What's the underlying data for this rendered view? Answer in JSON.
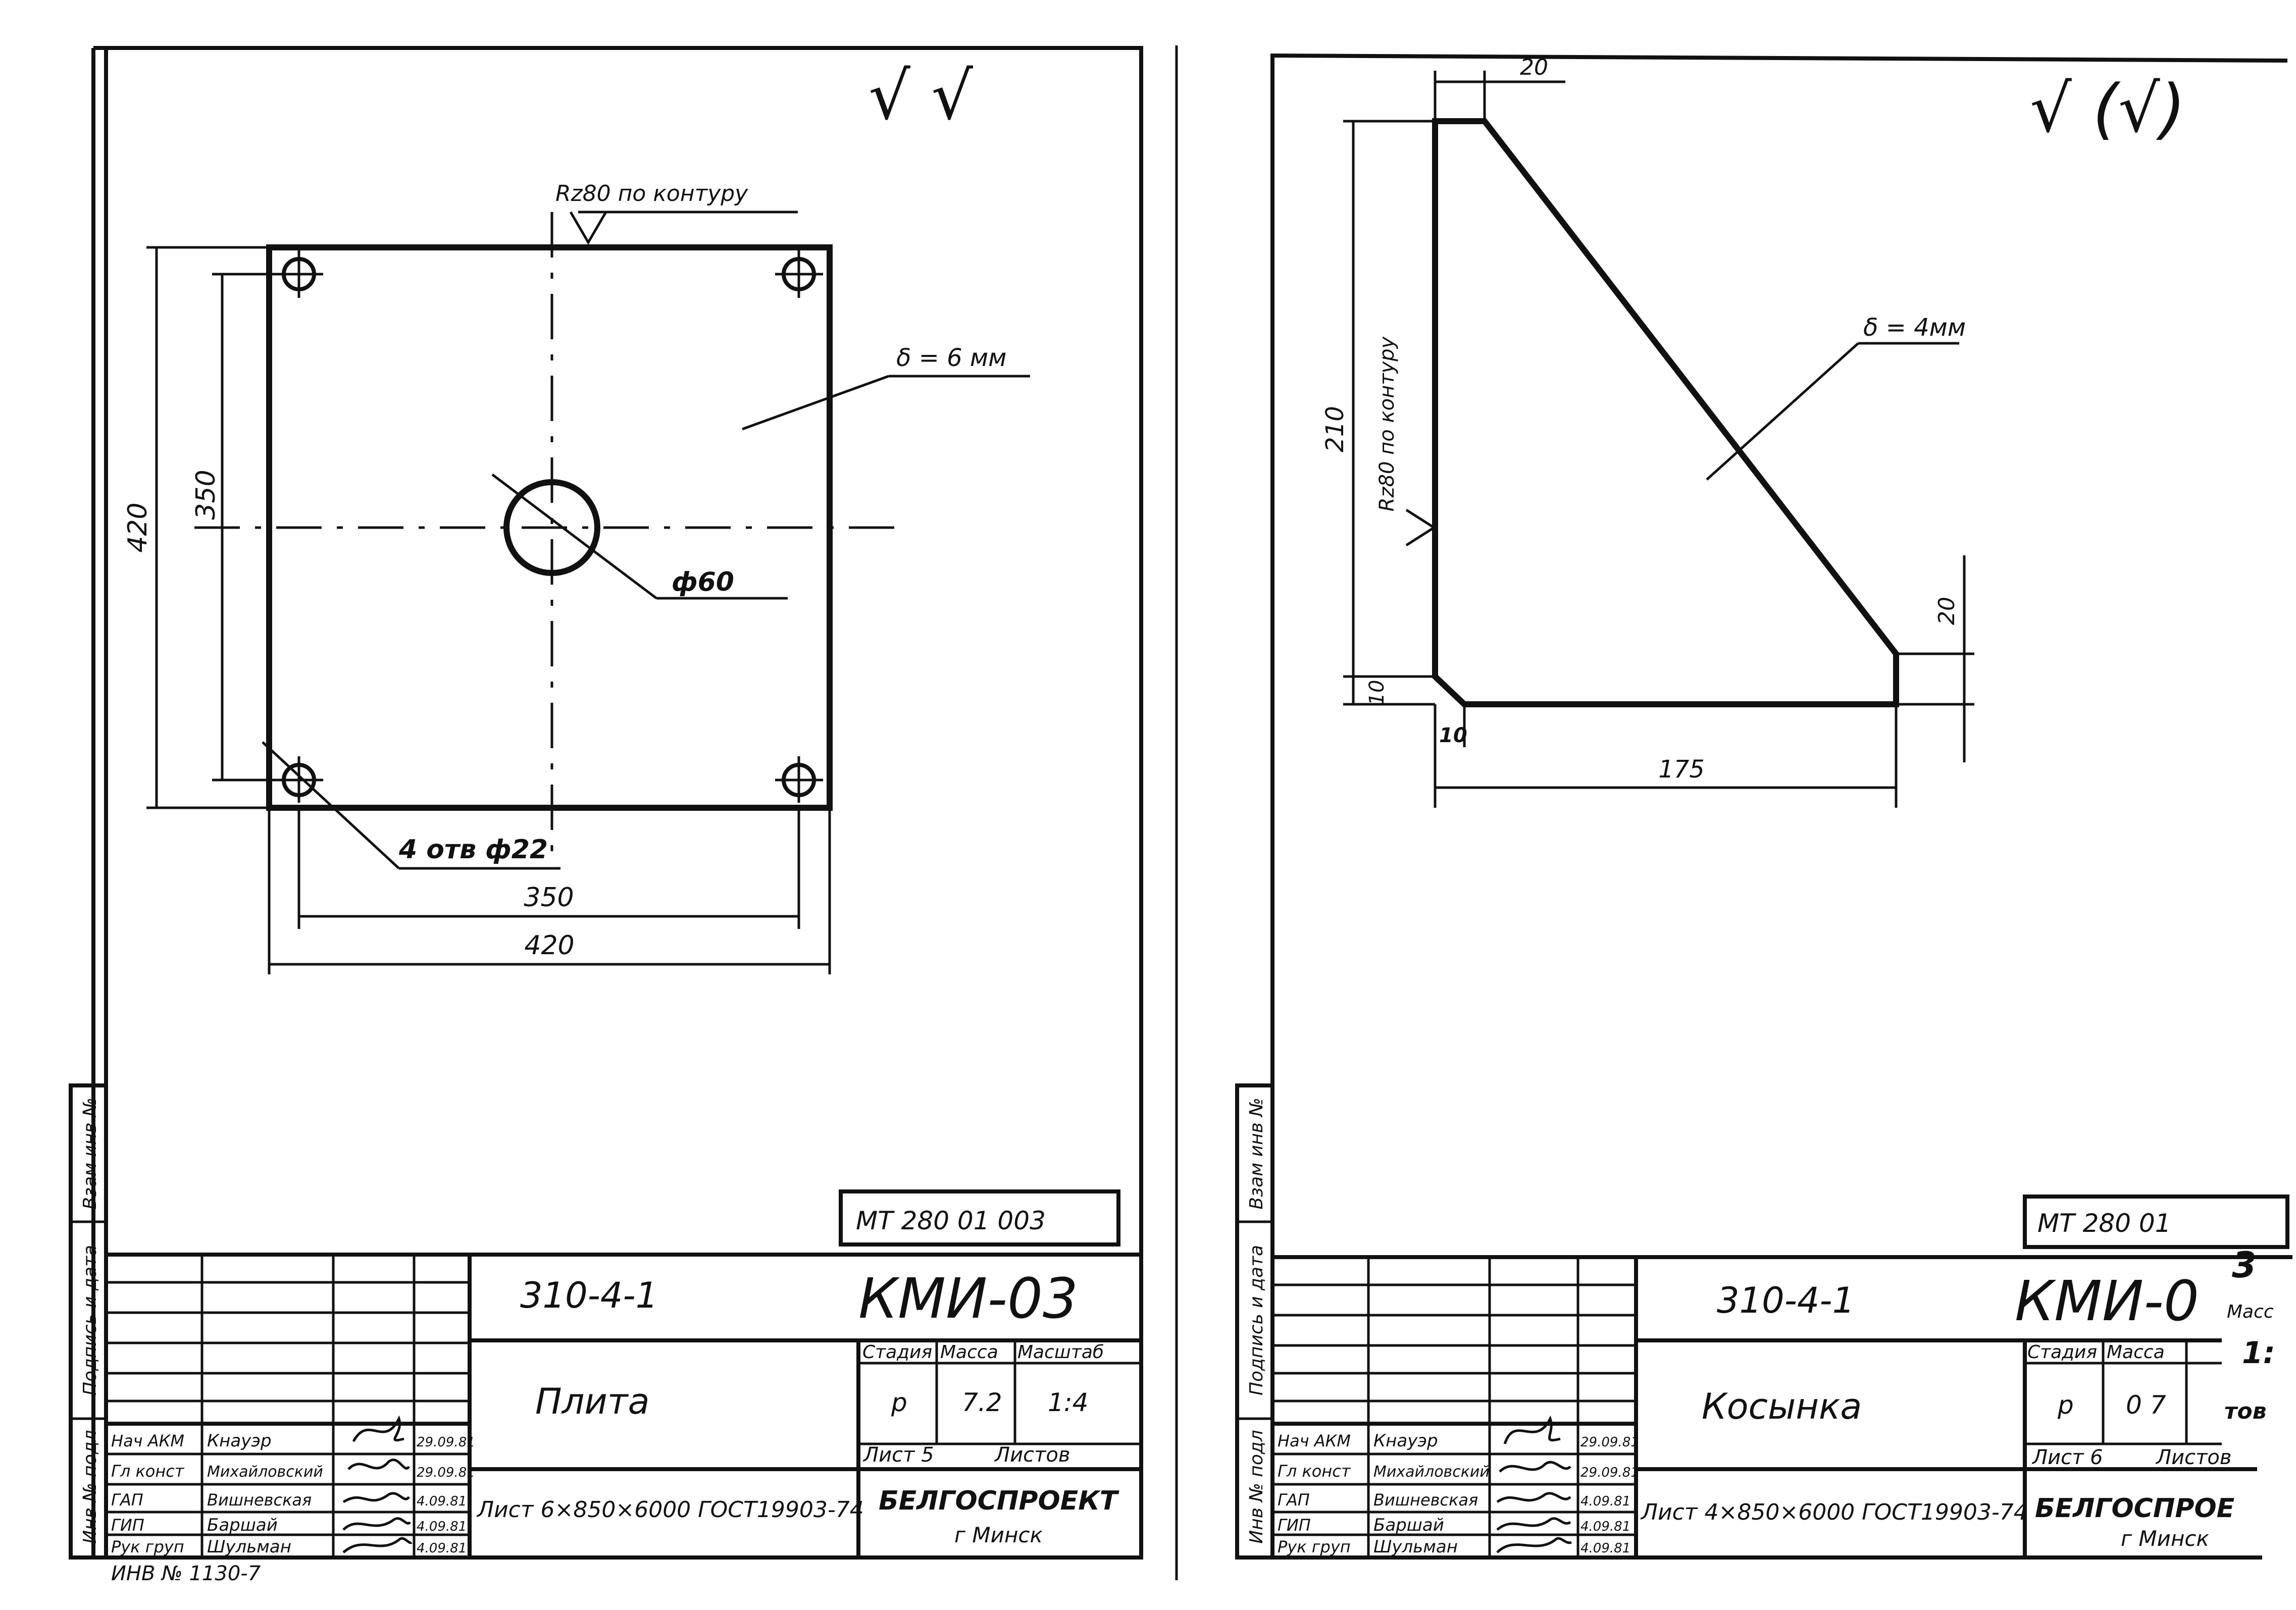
{
  "sheet_left": {
    "roughness_marks": "√ √",
    "surface_note": "Rz80 по контуру",
    "thickness": "δ = 6 мм",
    "dims": {
      "height_outer": "420",
      "height_inner": "350",
      "width_inner": "350",
      "width_outer": "420",
      "center_hole": "ф60",
      "holes": "4 отв ф22"
    },
    "stamp_code": "МТ 280 01 003",
    "series": "310-4-1",
    "drawing_no": "КМИ-03",
    "part_name": "Плита",
    "stage_label": "Стадия",
    "mass_label": "Масса",
    "scale_label": "Масштаб",
    "stage": "р",
    "mass": "7.2",
    "scale": "1:4",
    "sheet_label": "Лист 5",
    "sheets_label": "Листов",
    "material": "Лист 6×850×6000 ГОСТ19903-74",
    "org": "БЕЛГОСПРОЕКТ",
    "city": "г Минск",
    "inventory": "ИНВ № 1130-7",
    "people": [
      {
        "role": "Нач АКМ",
        "name": "Кнауэр",
        "date": "29.09.81"
      },
      {
        "role": "Гл конст",
        "name": "Михайловский",
        "date": "29.09.81"
      },
      {
        "role": "ГАП",
        "name": "Вишневская",
        "date": "4.09.81"
      },
      {
        "role": "ГИП",
        "name": "Баршай",
        "date": "4.09.81"
      },
      {
        "role": "Рук груп",
        "name": "Шульман",
        "date": "4.09.81"
      }
    ],
    "side_labels": [
      "Взам инв №",
      "Подпись и дата",
      "Инв № подл"
    ]
  },
  "sheet_right": {
    "roughness_marks": "√ (√)",
    "surface_note": "Rz80 по контуру",
    "thickness": "δ = 4мм",
    "dims": {
      "top": "20",
      "height": "210",
      "right_step": "20",
      "bottom_chamfer_v": "10",
      "bottom_chamfer_h": "10",
      "width": "175"
    },
    "stamp_code": "МТ 280 01",
    "series": "310-4-1",
    "drawing_no": "КМИ-0",
    "part_name": "Косынка",
    "stage_label": "Стадия",
    "mass_label": "Масса",
    "stage": "р",
    "mass": "0 7",
    "sheet_label": "Лист 6",
    "sheets_label": "Листов",
    "material": "Лист 4×850×6000 ГОСТ19903-74",
    "org": "БЕЛГОСПРОЕ",
    "city": "г Минск",
    "people": [
      {
        "role": "Нач АКМ",
        "name": "Кнауэр",
        "date": "29.09.81"
      },
      {
        "role": "Гл конст",
        "name": "Михайловский",
        "date": "29.09.81"
      },
      {
        "role": "ГАП",
        "name": "Вишневская",
        "date": "4.09.81"
      },
      {
        "role": "ГИП",
        "name": "Баршай",
        "date": "4.09.81"
      },
      {
        "role": "Рук груп",
        "name": "Шульман",
        "date": "4.09.81"
      }
    ],
    "side_labels": [
      "Взам инв №",
      "Подпись и дата",
      "Инв № подл"
    ],
    "edge_fragments": [
      "3",
      "Масс",
      "1:",
      "тов"
    ]
  }
}
